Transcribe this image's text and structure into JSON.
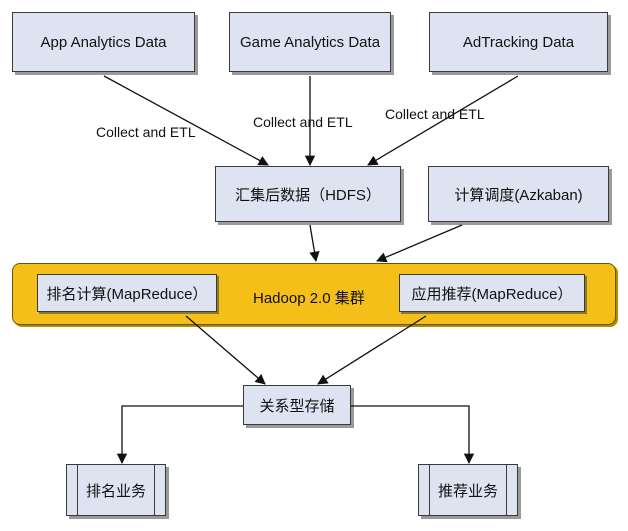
{
  "sources": {
    "app": "App Analytics Data",
    "game": "Game Analytics Data",
    "adtracking": "AdTracking Data"
  },
  "edge_labels": {
    "app": "Collect and ETL",
    "game": "Collect and ETL",
    "adtracking": "Collect and ETL"
  },
  "hdfs": "汇集后数据（HDFS）",
  "scheduler": "计算调度(Azkaban)",
  "hadoop": {
    "title": "Hadoop 2.0 集群",
    "ranking_compute": "排名计算(MapReduce）",
    "recommend_compute": "应用推荐(MapReduce）"
  },
  "storage": "关系型存储",
  "outputs": {
    "ranking": "排名业务",
    "recommend": "推荐业务"
  }
}
